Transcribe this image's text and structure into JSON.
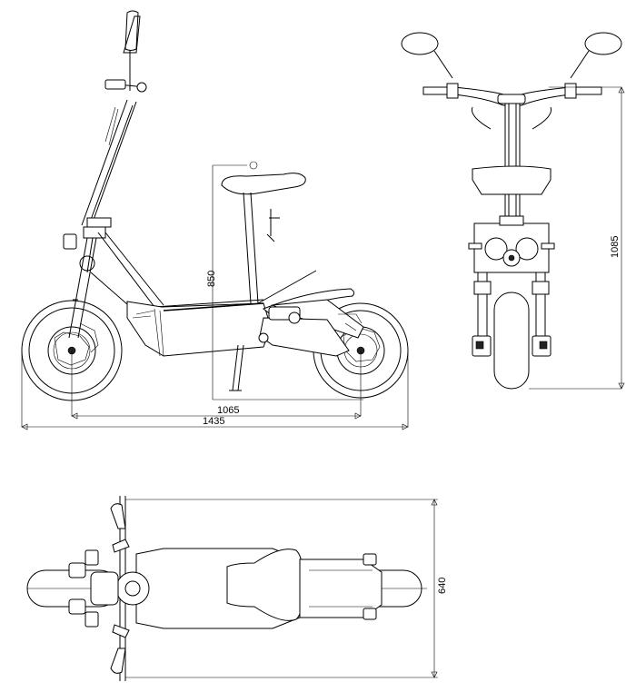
{
  "dimensions": {
    "seat_height": "850",
    "wheelbase": "1065",
    "overall_length": "1435",
    "overall_height": "1085",
    "handlebar_width": "640"
  }
}
